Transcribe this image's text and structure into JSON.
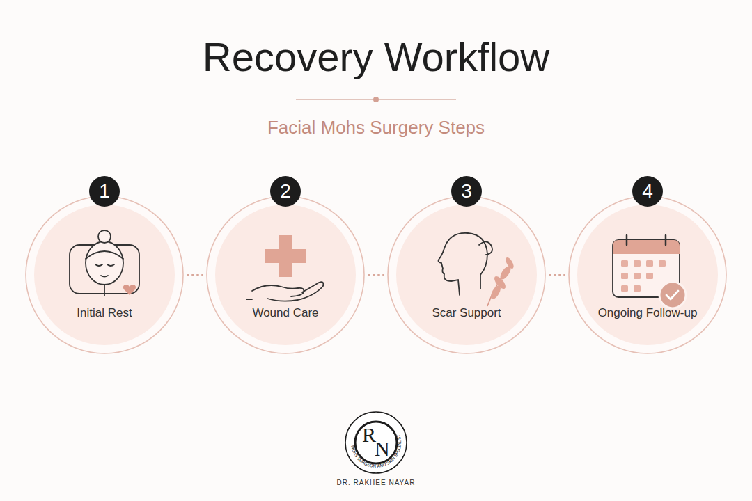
{
  "diagram": {
    "title": "Recovery Workflow",
    "nodes": [
      {
        "text": [
          "1",
          "Initial Rest"
        ]
      },
      {
        "text": [
          "2",
          "Wound Care"
        ]
      },
      {
        "text": [
          "3",
          "Scar Support"
        ]
      },
      {
        "text": [
          "4",
          "Ongoing Follow-up"
        ]
      }
    ],
    "edges": [
      {
        "from": 0,
        "to": 1,
        "arrow": "none"
      },
      {
        "from": 1,
        "to": 2,
        "arrow": "none"
      },
      {
        "from": 2,
        "to": 3,
        "arrow": "none"
      }
    ],
    "labels": [
      "Facial Mohs Surgery Steps",
      "R",
      "N",
      "MOHS SURGEON AND SKIN SPECIALIST",
      "DR. RAKHEE NAYAR"
    ]
  }
}
